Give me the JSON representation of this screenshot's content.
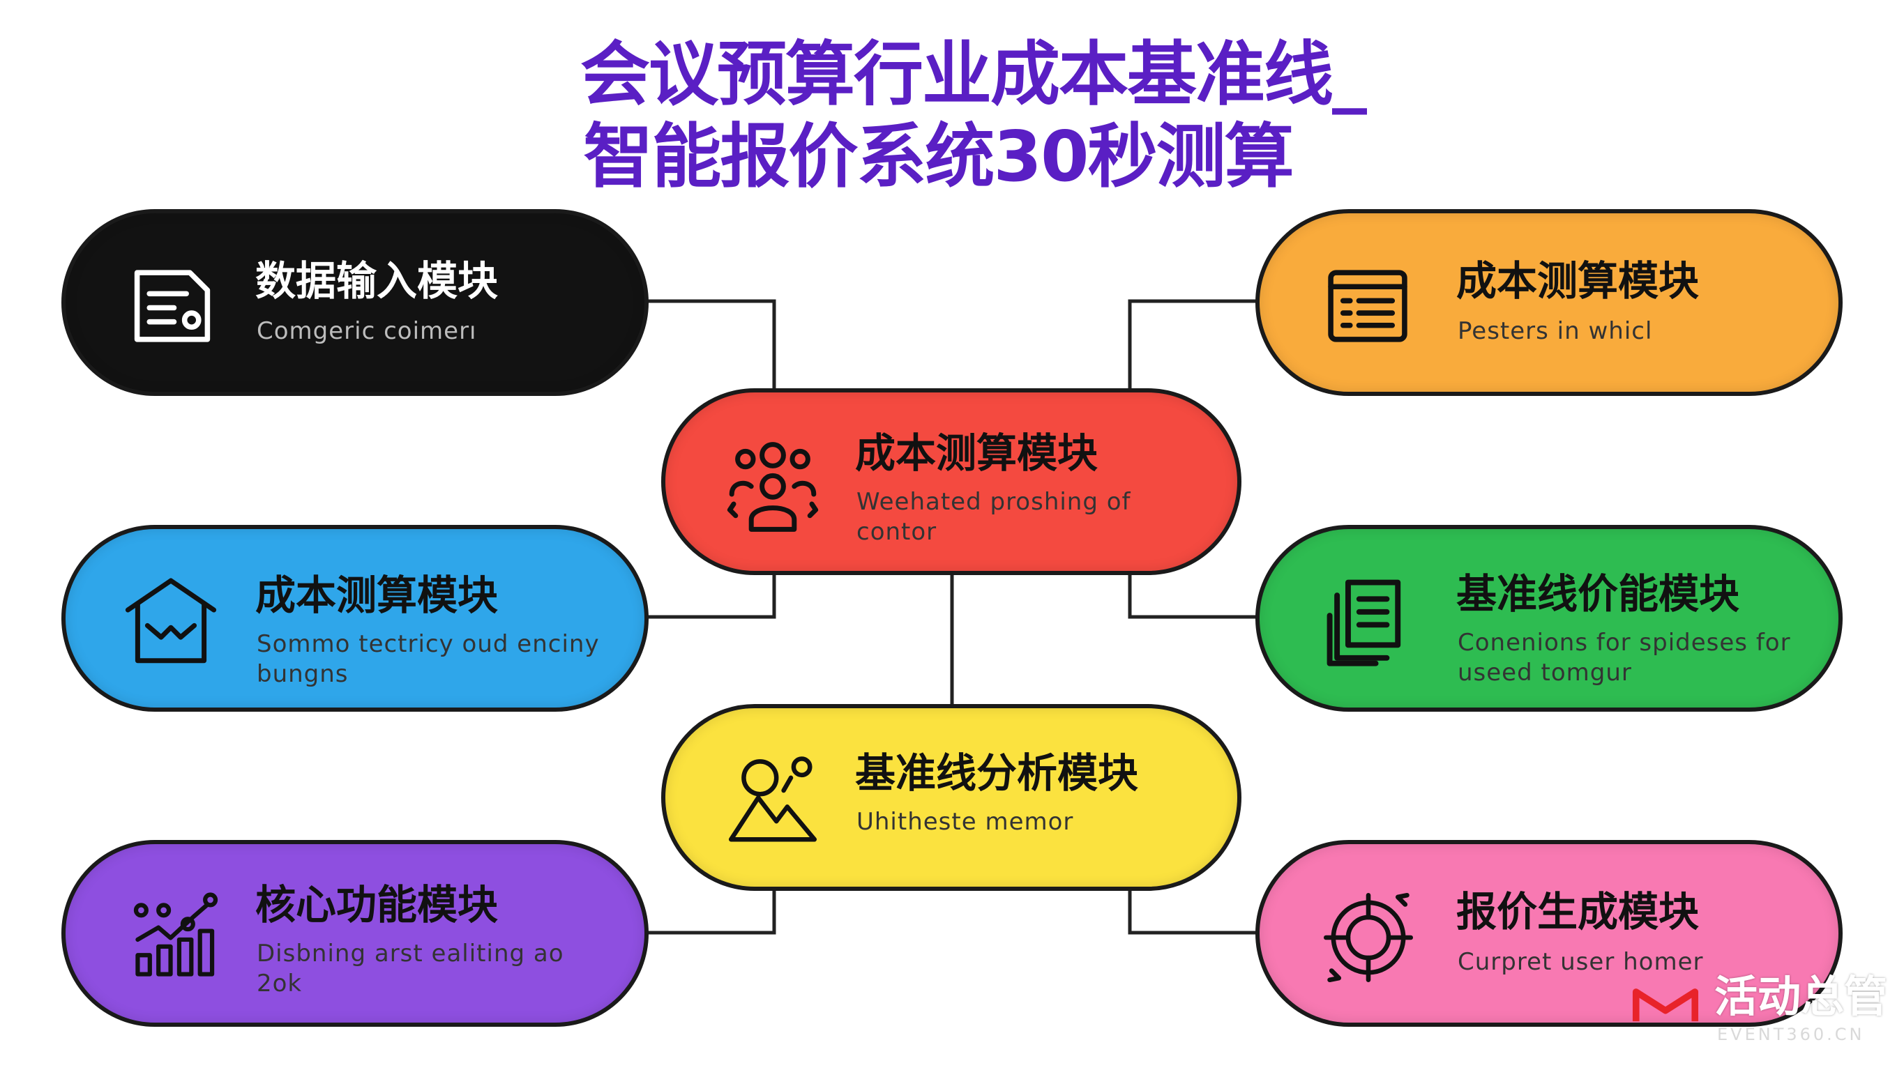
{
  "title": {
    "line1": "会议预算行业成本基准线_",
    "line2": "智能报价系统30秒测算"
  },
  "modules": {
    "black": {
      "title": "数据输入模块",
      "desc": "Comgeric coimerı",
      "icon": "document-form-icon"
    },
    "orange": {
      "title": "成本测算模块",
      "desc": "Pesters in whicl",
      "icon": "list-window-icon"
    },
    "red": {
      "title": "成本测算模块",
      "desc": "Weehated proshing of contor",
      "icon": "team-group-icon"
    },
    "blue": {
      "title": "成本测算模块",
      "desc": "Sommo tectricy oud enciny bungns",
      "icon": "envelope-house-icon"
    },
    "green": {
      "title": "基准线价能模块",
      "desc": "Conenions for spideses for useed tomgur",
      "icon": "stacked-documents-icon"
    },
    "yellow": {
      "title": "基准线分析模块",
      "desc": "Uhitheste memor",
      "icon": "users-mountain-icon"
    },
    "purple": {
      "title": "核心功能模块",
      "desc": "Disbning arst ealiting ao 2ok",
      "icon": "bar-trend-chart-icon"
    },
    "pink": {
      "title": "报价生成模块",
      "desc": "Curpret user homer",
      "icon": "target-cycle-icon"
    }
  },
  "colors": {
    "title": "#5a1fc4",
    "black": "#121212",
    "orange": "#f9ab3c",
    "red": "#f44a40",
    "blue": "#2fa6ea",
    "green": "#2ebc51",
    "yellow": "#fbe23f",
    "purple": "#8e4fe0",
    "pink": "#f879b2"
  },
  "watermark": {
    "name": "活动总管",
    "url": "EVENT360.CN"
  }
}
